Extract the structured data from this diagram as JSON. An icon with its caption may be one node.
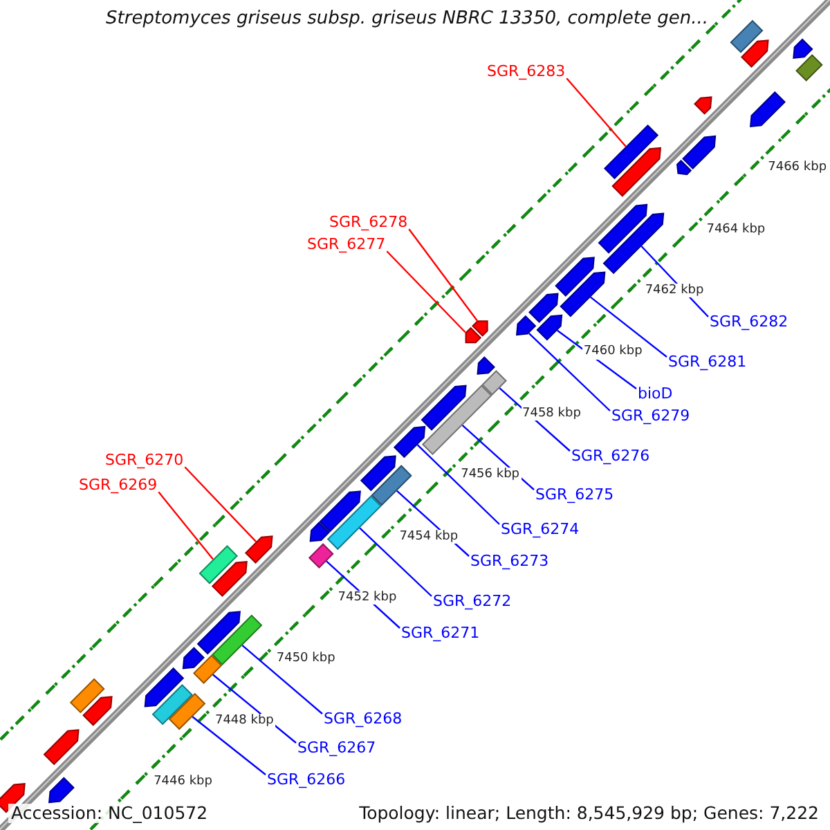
{
  "diagram": {
    "title": "Streptomyces griseus subsp. griseus NBRC 13350, complete gen...",
    "nodes": [
      {
        "text": [
          "SGR_6283"
        ]
      },
      {
        "text": [
          "SGR_6278"
        ]
      },
      {
        "text": [
          "SGR_6277"
        ]
      },
      {
        "text": [
          "SGR_6282"
        ]
      },
      {
        "text": [
          "SGR_6281"
        ]
      },
      {
        "text": [
          "bioD"
        ]
      },
      {
        "text": [
          "SGR_6279"
        ]
      },
      {
        "text": [
          "SGR_6276"
        ]
      },
      {
        "text": [
          "SGR_6275"
        ]
      },
      {
        "text": [
          "SGR_6270"
        ]
      },
      {
        "text": [
          "SGR_6269"
        ]
      },
      {
        "text": [
          "SGR_6274"
        ]
      },
      {
        "text": [
          "SGR_6273"
        ]
      },
      {
        "text": [
          "SGR_6272"
        ]
      },
      {
        "text": [
          "SGR_6271"
        ]
      },
      {
        "text": [
          "SGR_6268"
        ]
      },
      {
        "text": [
          "SGR_6267"
        ]
      },
      {
        "text": [
          "SGR_6266"
        ]
      },
      {
        "text": [],
        "shape": "bar"
      },
      {
        "text": [],
        "shape": "bar"
      },
      {
        "text": [],
        "shape": "bar"
      },
      {
        "text": [],
        "shape": "bar"
      },
      {
        "text": [],
        "shape": "bar"
      },
      {
        "text": [],
        "shape": "bar"
      },
      {
        "text": [],
        "shape": "bar"
      },
      {
        "text": [],
        "shape": "bar"
      },
      {
        "text": [],
        "shape": "bar"
      },
      {
        "text": [],
        "shape": "bar"
      },
      {
        "text": [],
        "shape": "bar"
      },
      {
        "text": [],
        "shape": "bar"
      },
      {
        "text": [],
        "shape": "bar"
      },
      {
        "text": [],
        "shape": "bar"
      },
      {
        "text": [],
        "shape": "bar"
      },
      {
        "text": [],
        "shape": "bar"
      },
      {
        "text": [],
        "shape": "bar"
      },
      {
        "text": [],
        "shape": "bar"
      },
      {
        "text": [],
        "shape": "bar"
      },
      {
        "text": [],
        "shape": "bar"
      },
      {
        "text": [],
        "shape": "bar"
      },
      {
        "text": [],
        "shape": "bar"
      },
      {
        "text": [],
        "shape": "bar"
      },
      {
        "text": [],
        "shape": "bar"
      },
      {
        "text": [],
        "shape": "bar"
      },
      {
        "text": [],
        "shape": "bar"
      },
      {
        "text": [],
        "shape": "bar"
      },
      {
        "text": [],
        "shape": "bar"
      },
      {
        "text": [],
        "shape": "bar"
      },
      {
        "text": [],
        "shape": "bar"
      },
      {
        "text": [],
        "shape": "bar"
      },
      {
        "text": [],
        "shape": "bar"
      },
      {
        "text": [],
        "shape": "bar"
      },
      {
        "text": [],
        "shape": "bar"
      },
      {
        "text": [],
        "shape": "bar"
      },
      {
        "text": [],
        "shape": "bar"
      },
      {
        "text": [],
        "shape": "bar"
      },
      {
        "text": [],
        "shape": "bar"
      },
      {
        "text": [],
        "shape": "bar"
      },
      {
        "text": [],
        "shape": "bar"
      },
      {
        "text": [],
        "shape": "bar"
      },
      {
        "text": [],
        "shape": "bar"
      },
      {
        "text": [],
        "shape": "bar"
      },
      {
        "text": [],
        "shape": "bar"
      },
      {
        "text": [],
        "shape": "bar"
      }
    ],
    "edges": [
      {
        "from": 0,
        "to": 54,
        "arrow": "none",
        "color": "#ff0000"
      },
      {
        "from": 1,
        "to": 45,
        "arrow": "none",
        "color": "#ff0000"
      },
      {
        "from": 2,
        "to": 44,
        "arrow": "none",
        "color": "#ff0000"
      },
      {
        "from": 3,
        "to": 51,
        "arrow": "none"
      },
      {
        "from": 4,
        "to": 49,
        "arrow": "none"
      },
      {
        "from": 5,
        "to": 47,
        "arrow": "none"
      },
      {
        "from": 6,
        "to": 46,
        "arrow": "none"
      },
      {
        "from": 7,
        "to": 42,
        "arrow": "none"
      },
      {
        "from": 8,
        "to": 40,
        "arrow": "none"
      },
      {
        "from": 9,
        "to": 32,
        "arrow": "none",
        "color": "#ff0000"
      },
      {
        "from": 10,
        "to": 30,
        "arrow": "none",
        "color": "#ff0000"
      },
      {
        "from": 11,
        "to": 39,
        "arrow": "none"
      },
      {
        "from": 12,
        "to": 37,
        "arrow": "none"
      },
      {
        "from": 13,
        "to": 35,
        "arrow": "none"
      },
      {
        "from": 14,
        "to": 33,
        "arrow": "none"
      },
      {
        "from": 15,
        "to": 29,
        "arrow": "none"
      },
      {
        "from": 16,
        "to": 27,
        "arrow": "none"
      },
      {
        "from": 17,
        "to": 25,
        "arrow": "none"
      }
    ],
    "labels": [
      "7466 kbp",
      "7464 kbp",
      "7462 kbp",
      "7460 kbp",
      "7458 kbp",
      "7456 kbp",
      "7454 kbp",
      "7452 kbp",
      "7450 kbp",
      "7448 kbp",
      "7446 kbp",
      "Accession: NC_010572",
      "Topology: linear; Length: 8,545,929 bp; Genes: 7,222"
    ]
  }
}
